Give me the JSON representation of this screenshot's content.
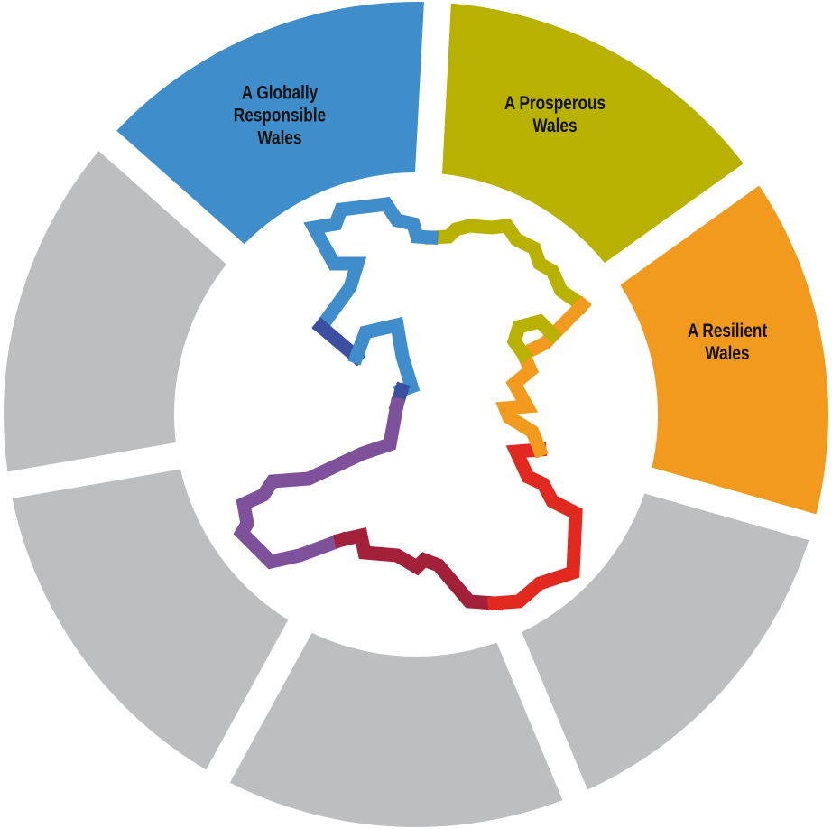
{
  "diagram": {
    "segments": [
      {
        "id": "prosperous",
        "lines": [
          "A Prosperous",
          "Wales"
        ],
        "color": "#B8B100"
      },
      {
        "id": "resilient",
        "lines": [
          "A Resilient",
          "Wales"
        ],
        "color": "#F29A1E"
      },
      {
        "id": "blank-1",
        "lines": [],
        "color": "#BDBEC0"
      },
      {
        "id": "blank-2",
        "lines": [],
        "color": "#BDBEC0"
      },
      {
        "id": "blank-3",
        "lines": [],
        "color": "#BDBEC0"
      },
      {
        "id": "blank-4",
        "lines": [],
        "color": "#BDBEC0"
      },
      {
        "id": "globally-responsible",
        "lines": [
          "A Globally",
          "Responsible",
          "Wales"
        ],
        "color": "#3F8DCB"
      }
    ],
    "wales_outline_colors": {
      "blue": "#3F8DCB",
      "dark_blue": "#3B4FA0",
      "purple": "#7E519B",
      "dark_red": "#A3203B",
      "red": "#E2291F",
      "orange": "#F29A1E",
      "olive": "#B8B100"
    }
  }
}
